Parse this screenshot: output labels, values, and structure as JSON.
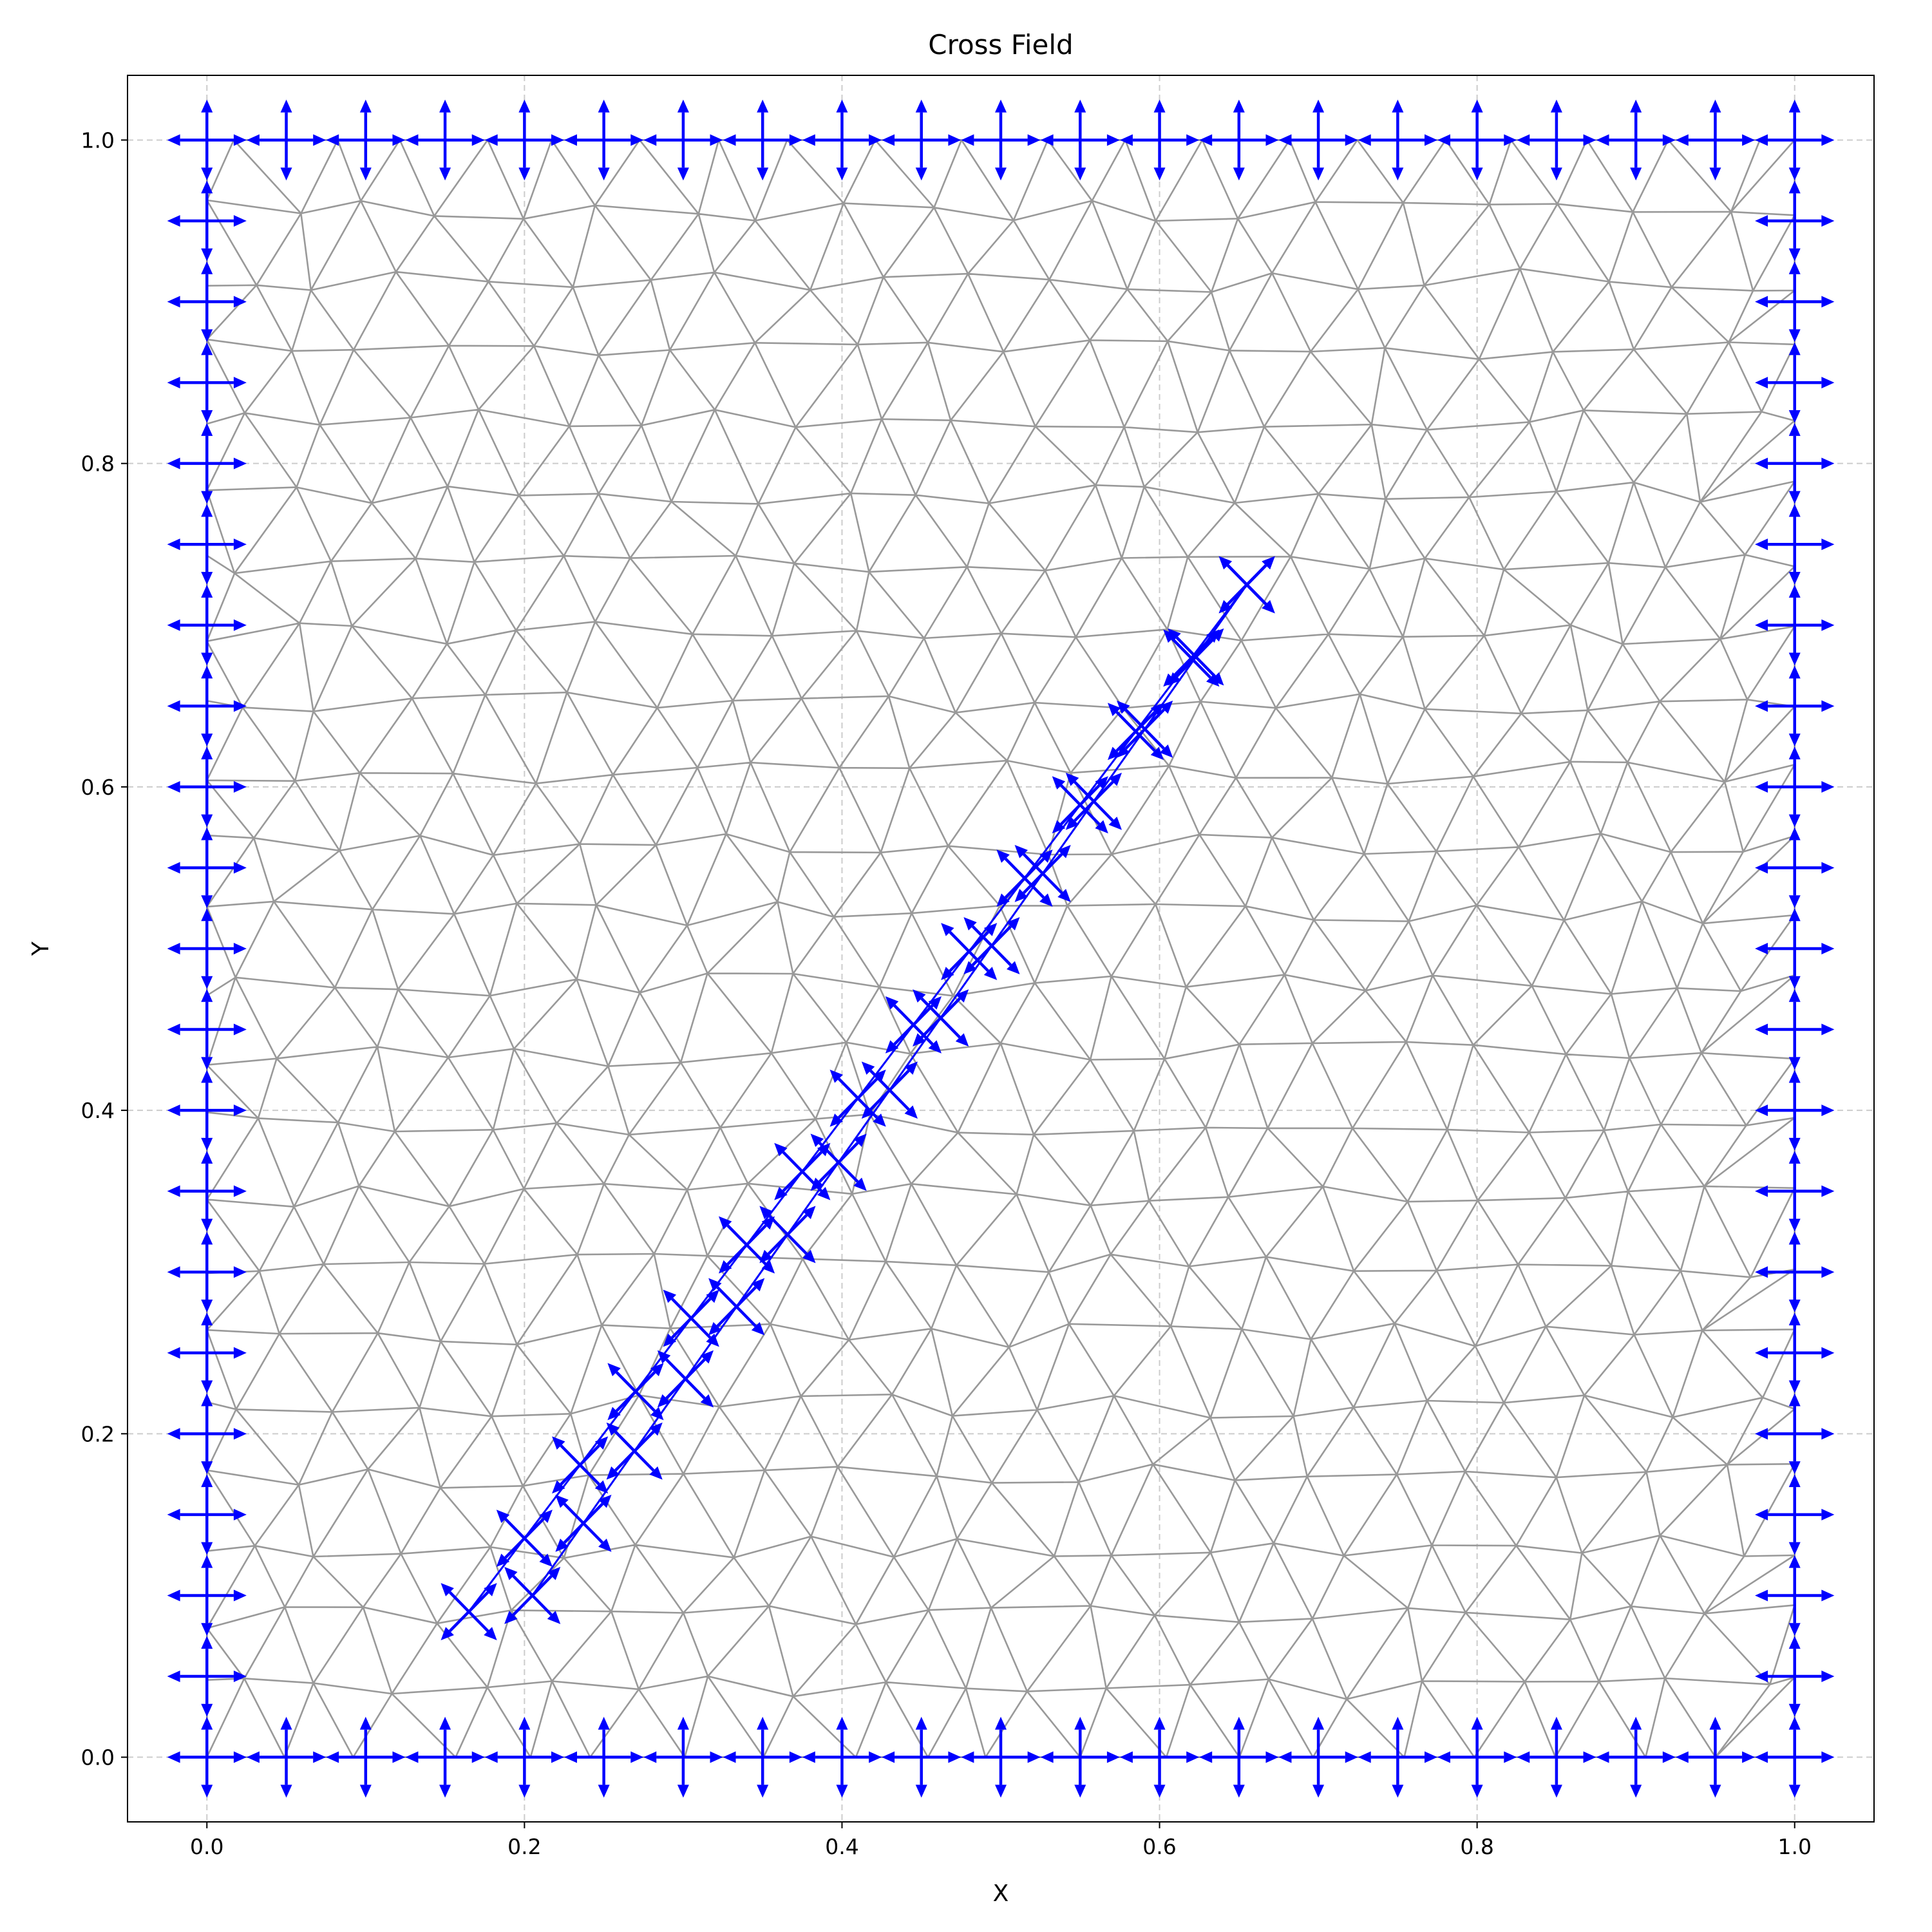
{
  "chart_data": {
    "type": "quiver",
    "title": "Cross Field",
    "xlabel": "X",
    "ylabel": "Y",
    "xlim": [
      -0.05,
      1.05
    ],
    "ylim": [
      -0.04,
      1.04
    ],
    "xticks": [
      0.0,
      0.2,
      0.4,
      0.6,
      0.8,
      1.0
    ],
    "yticks": [
      0.0,
      0.2,
      0.4,
      0.6,
      0.8,
      1.0
    ],
    "xtick_labels": [
      "0.0",
      "0.2",
      "0.4",
      "0.6",
      "0.8",
      "1.0"
    ],
    "ytick_labels": [
      "0.0",
      "0.2",
      "0.4",
      "0.6",
      "0.8",
      "1.0"
    ],
    "grid": true,
    "mesh": {
      "description": "unstructured triangular mesh on the unit square",
      "domain": [
        [
          0,
          0
        ],
        [
          1,
          1
        ]
      ],
      "target_spacing": 0.05,
      "line_color": "#999999"
    },
    "crack_lines": [
      {
        "from": [
          0.165,
          0.09
        ],
        "to": [
          0.655,
          0.725
        ]
      },
      {
        "from": [
          0.205,
          0.1
        ],
        "to": [
          0.655,
          0.725
        ]
      }
    ],
    "cross_field": {
      "arrow_color": "#0000ff",
      "arrow_length": 0.025,
      "boundary_spacing": 0.05,
      "boundary_crosses": "axis-aligned crosses at every 0.05 along all four edges of the square",
      "crack_crosses_upper": {
        "start": [
          0.165,
          0.09
        ],
        "end": [
          0.655,
          0.725
        ],
        "count": 15,
        "angle_deg": 45
      },
      "crack_crosses_lower": {
        "start": [
          0.205,
          0.1
        ],
        "end": [
          0.655,
          0.725
        ],
        "count": 15,
        "angle_deg": 45
      }
    }
  },
  "colors": {
    "mesh": "#999999",
    "arrow": "#0000ff",
    "grid": "#cccccc",
    "axes": "#000000",
    "background": "#ffffff"
  }
}
